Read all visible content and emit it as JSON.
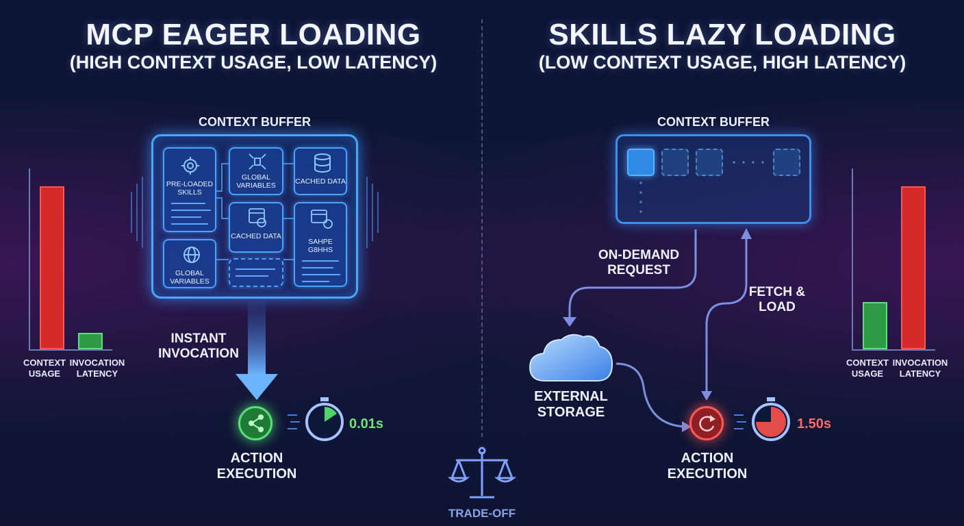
{
  "left": {
    "title": "MCP EAGER LOADING",
    "subtitle": "(HIGH CONTEXT USAGE, LOW LATENCY)",
    "buffer_label": "CONTEXT BUFFER",
    "cells": {
      "preloaded": "PRE-LOADED SKILLS",
      "global_vars_top": "GLOBAL VARIABLES",
      "cached_top": "CACHED DATA",
      "cached_mid": "CACHED DATA",
      "sample": "SAHPE G8HHS",
      "global_vars_bottom": "GLOBAL VARIABLES"
    },
    "invocation_label": "INSTANT INVOCATION",
    "action_label": "ACTION EXECUTION",
    "time": "0.01s",
    "chart": {
      "labels": [
        "CONTEXT USAGE",
        "INVOCATION LATENCY"
      ],
      "values": [
        0.9,
        0.09
      ]
    }
  },
  "right": {
    "title": "SKILLS LAZY LOADING",
    "subtitle": "(LOW CONTEXT USAGE, HIGH LATENCY)",
    "buffer_label": "CONTEXT BUFFER",
    "request_label": "ON-DEMAND REQUEST",
    "fetch_label": "FETCH & LOAD",
    "storage_label": "EXTERNAL STORAGE",
    "action_label": "ACTION EXECUTION",
    "time": "1.50s",
    "chart": {
      "labels": [
        "CONTEXT USAGE",
        "INVOCATION LATENCY"
      ],
      "values": [
        0.26,
        0.9
      ]
    }
  },
  "center": {
    "tradeoff_label": "TRADE-OFF"
  },
  "colors": {
    "accent_blue": "#4da6ff",
    "red": "#d42a2a",
    "green": "#2f9a45",
    "fast_text": "#6ee37a",
    "slow_text": "#ff6b6b"
  }
}
